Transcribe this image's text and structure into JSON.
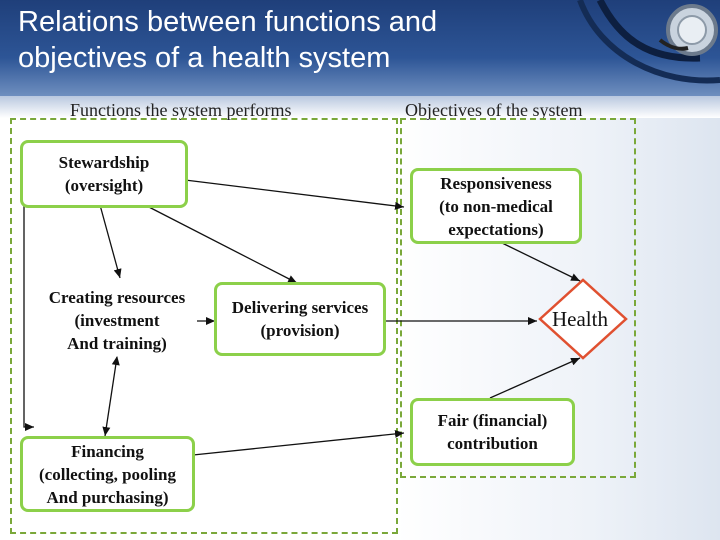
{
  "title": {
    "line1": "Relations between functions and",
    "line2": "objectives of a health system"
  },
  "columns": {
    "functions": "Functions the system performs",
    "objectives": "Objectives of the system"
  },
  "boxes": {
    "stewardship": "Stewardship\n(oversight)",
    "creating_resources": "Creating resources\n(investment\nAnd training)",
    "financing": "Financing\n(collecting, pooling\nAnd purchasing)",
    "delivering_services": "Delivering services\n(provision)",
    "responsiveness": "Responsiveness\n(to non-medical\nexpectations)",
    "fair_contribution": "Fair (financial)\ncontribution",
    "health": "Health"
  },
  "colors": {
    "header": "#2d5596",
    "box_border": "#8cd04a",
    "panel_border": "#7aa83a",
    "diamond_border": "#e05030"
  }
}
